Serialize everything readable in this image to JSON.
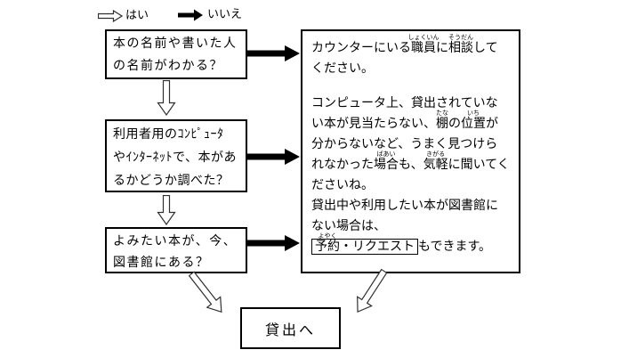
{
  "legend": {
    "yes": "はい",
    "no": "いいえ"
  },
  "flow": {
    "q1": {
      "lines": [
        "本の名前や書いた人",
        "の名前がわかる？"
      ]
    },
    "q2": {
      "lines": [
        "利用者用のｺﾝﾋﾟｭｰﾀ",
        "やｲﾝﾀｰﾈｯﾄで、本があ",
        "るかどうか調べた？"
      ]
    },
    "q3": {
      "lines": [
        "よみたい本が、今、",
        "図書館にある？"
      ]
    },
    "checkout": {
      "label": "貸出へ"
    }
  },
  "info_box": {
    "paragraphs": [
      {
        "segments": [
          {
            "t": "カウンターにいる"
          },
          {
            "t": "職員",
            "r": "しょくいん"
          },
          {
            "t": "に"
          },
          {
            "t": "相談",
            "r": "そうだん"
          },
          {
            "t": "してください。"
          }
        ]
      },
      {
        "cls": "gap-above",
        "segments": [
          {
            "t": "コンピュータ上、貸出されていない本が見当たらない、"
          },
          {
            "t": "棚",
            "r": "たな"
          },
          {
            "t": "の"
          },
          {
            "t": "位置",
            "r": "いち"
          },
          {
            "t": "が分からないなど、うまく見つけられなかった"
          },
          {
            "t": "場合",
            "r": "ばあい"
          },
          {
            "t": "も、"
          },
          {
            "t": "気軽",
            "r": "きがる"
          },
          {
            "t": "に聞いてくださいね。"
          }
        ]
      },
      {
        "segments": [
          {
            "t": "貸出中や利用したい本が図書館にない場合は、"
          }
        ]
      },
      {
        "segments": [
          {
            "box": [
              {
                "t": "予約",
                "r": "よやく"
              },
              {
                "t": "・リクエスト"
              }
            ]
          },
          {
            "t": "もできます。"
          }
        ]
      }
    ]
  },
  "colors": {
    "text": "#000000",
    "border": "#000000",
    "solid_arrow": "#000000",
    "hollow_arrow_fill": "#ffffff",
    "hollow_arrow_stroke": "#303030",
    "background": "#ffffff"
  }
}
